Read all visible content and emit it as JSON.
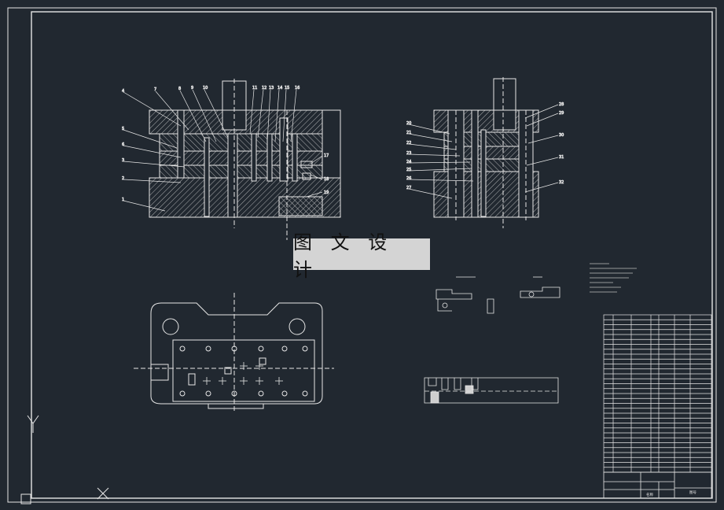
{
  "drawing": {
    "watermark_text": "图 文 设 计",
    "colors": {
      "background": "#212830",
      "line": "#e6e6e6",
      "hatch": "#cfcfcf",
      "watermark_bg": "#d4d4d4",
      "watermark_text": "#111111"
    },
    "front_view": {
      "callouts_left": [
        "4",
        "7",
        "8",
        "9",
        "10",
        "5",
        "6",
        "3",
        "2",
        "1"
      ],
      "callouts_top": [
        "11",
        "12",
        "13",
        "14",
        "15",
        "16"
      ],
      "callouts_right": [
        "17",
        "18",
        "19"
      ]
    },
    "side_view": {
      "callouts_left": [
        "20",
        "21",
        "22",
        "23",
        "24",
        "25",
        "26",
        "27"
      ],
      "callouts_right": [
        "28",
        "29",
        "30",
        "31",
        "32"
      ]
    },
    "title_block": {
      "name_label": "名称",
      "drawing_label": "图号"
    },
    "ucs_label": "Y"
  }
}
